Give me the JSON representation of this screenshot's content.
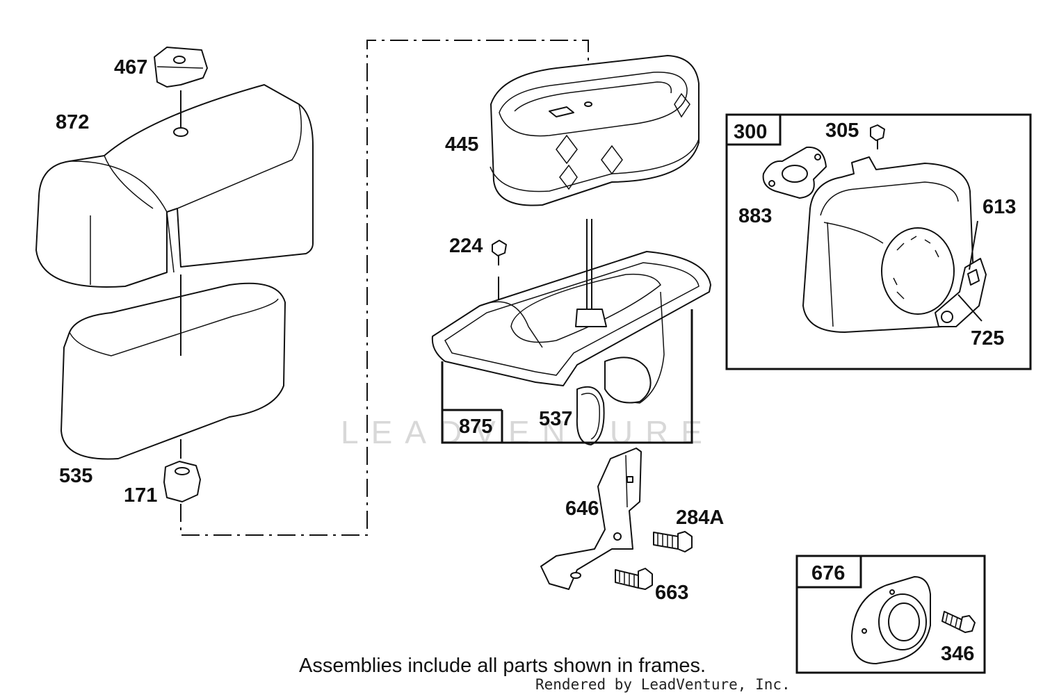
{
  "watermark": "LEADVENTURE",
  "footer": {
    "note": "Assemblies include all parts shown in frames.",
    "credit": "Rendered by LeadVenture, Inc."
  },
  "callouts": {
    "p467": "467",
    "p872": "872",
    "p535": "535",
    "p171": "171",
    "p445": "445",
    "p224": "224",
    "p537": "537",
    "p646": "646",
    "p284a": "284A",
    "p663": "663",
    "p305": "305",
    "p883": "883",
    "p613": "613",
    "p725": "725",
    "p346": "346"
  },
  "frames": {
    "f875": "875",
    "f300": "300",
    "f676": "676"
  }
}
